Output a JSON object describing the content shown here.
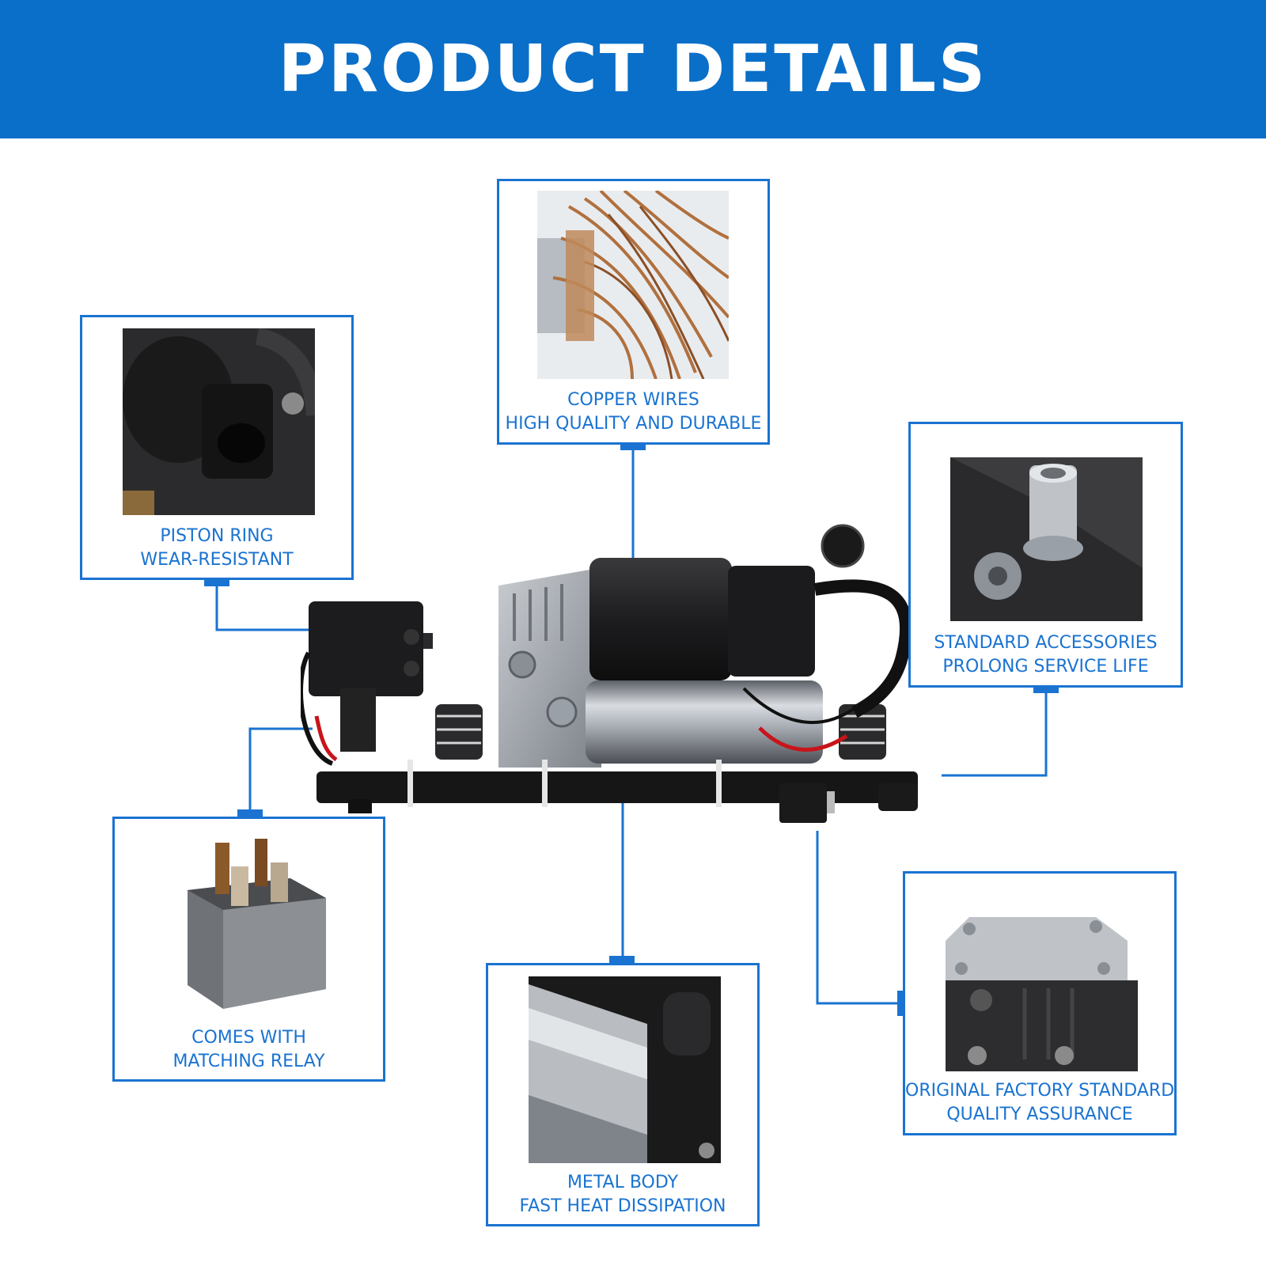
{
  "header": {
    "title": "PRODUCT DETAILS"
  },
  "colors": {
    "banner": "#0a6fc9",
    "accent": "#1a73d1",
    "text": "#ffffff"
  },
  "callouts": {
    "copper": {
      "line1": "COPPER WIRES",
      "line2": "HIGH QUALITY AND DURABLE"
    },
    "piston": {
      "line1": "PISTON RING",
      "line2": "WEAR-RESISTANT"
    },
    "accessories": {
      "line1": "STANDARD ACCESSORIES",
      "line2": "PROLONG SERVICE LIFE"
    },
    "relay": {
      "line1": "COMES WITH",
      "line2": "MATCHING RELAY"
    },
    "metal": {
      "line1": "METAL BODY",
      "line2": "FAST HEAT DISSIPATION"
    },
    "factory": {
      "line1": "ORIGINAL FACTORY STANDARD",
      "line2": "QUALITY ASSURANCE"
    }
  }
}
